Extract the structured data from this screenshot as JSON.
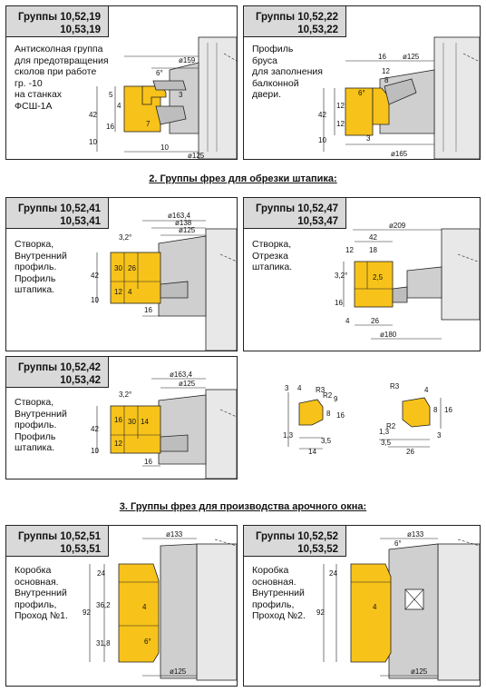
{
  "section_titles": {
    "section2": "2. Группы фрез для обрезки штапика:",
    "section3": "3. Группы фрез для производства арочного окна:"
  },
  "panels": [
    {
      "id": "p1",
      "title_line1": "Группы 10,52,19",
      "title_line2": "10,53,19",
      "description": [
        "Антисколная группа",
        "для предотвращения",
        "сколов при работе",
        "гр. -10",
        "на станках",
        "ФСШ-1А"
      ],
      "dims": {
        "d1": "ø159",
        "d2": "ø125",
        "angle": "6°",
        "a": "5",
        "b": "4",
        "c": "42",
        "d": "16",
        "e": "10",
        "f": "7",
        "g": "10",
        "h": "3"
      }
    },
    {
      "id": "p2",
      "title_line1": "Группы 10,52,22",
      "title_line2": "10,53,22",
      "description": [
        "Профиль",
        "бруса",
        "для заполнения",
        "балконной",
        "двери."
      ],
      "dims": {
        "d1": "ø125",
        "d2": "ø165",
        "angle": "6°",
        "a": "16",
        "b": "12",
        "c": "12",
        "d": "42",
        "e": "12",
        "f": "10",
        "g": "3",
        "h": "8"
      }
    },
    {
      "id": "p3",
      "title_line1": "Группы 10,52,41",
      "title_line2": "10,53,41",
      "description": [
        "Створка,",
        "Внутренний",
        "профиль.",
        "Профиль",
        "штапика."
      ],
      "dims": {
        "d1": "ø163,4",
        "d2": "ø138",
        "d3": "ø125",
        "angle": "3,2°",
        "a": "42",
        "b": "30",
        "c": "26",
        "d": "12",
        "e": "4",
        "f": "10",
        "g": "16"
      }
    },
    {
      "id": "p4",
      "title_line1": "Группы 10,52,47",
      "title_line2": "10,53,47",
      "description": [
        "Створка,",
        "Отрезка",
        "штапика."
      ],
      "dims": {
        "d1": "ø209",
        "d2": "ø180",
        "angle": "3,2°",
        "a": "42",
        "b": "12",
        "c": "18",
        "d": "2,5",
        "e": "16",
        "f": "4",
        "g": "26"
      }
    },
    {
      "id": "p5",
      "title_line1": "Группы 10,52,42",
      "title_line2": "10,53,42",
      "description": [
        "Створка,",
        "Внутренний",
        "профиль.",
        "Профиль",
        "штапика."
      ],
      "dims": {
        "d1": "ø163,4",
        "d2": "ø125",
        "angle": "3,2°",
        "a": "42",
        "b": "16",
        "c": "30",
        "d": "14",
        "e": "12",
        "f": "10",
        "g": "16"
      }
    },
    {
      "id": "p6",
      "detail_left": {
        "a": "3",
        "b": "4",
        "r1": "R3",
        "r2": "R2",
        "c": "9",
        "d": "8",
        "e": "16",
        "f": "1,3",
        "g": "3,5",
        "h": "14"
      },
      "detail_right": {
        "r1": "R3",
        "a": "4",
        "b": "8",
        "c": "16",
        "r2": "R2",
        "d": "3",
        "e": "1,3",
        "f": "3,5",
        "g": "26"
      }
    },
    {
      "id": "p7",
      "title_line1": "Группы 10,52,51",
      "title_line2": "10,53,51",
      "description": [
        "Коробка",
        "основная.",
        "Внутренний",
        "профиль,",
        "Проход №1."
      ],
      "dims": {
        "d1": "ø133",
        "d2": "ø125",
        "angle": "6°",
        "a": "24",
        "b": "92",
        "c": "36,2",
        "d": "31,8",
        "e": "4"
      }
    },
    {
      "id": "p8",
      "title_line1": "Группы 10,52,52",
      "title_line2": "10,53,52",
      "description": [
        "Коробка",
        "основная.",
        "Внутренний",
        "профиль,",
        "Проход №2."
      ],
      "dims": {
        "d1": "ø133",
        "d2": "ø125",
        "angle": "6°",
        "a": "24",
        "b": "92",
        "c": "4"
      }
    }
  ],
  "colors": {
    "wood": "#f7c31a",
    "header_bg": "#d9d9d9",
    "line": "#222222",
    "cutter_gray": "#bdbdbd"
  }
}
